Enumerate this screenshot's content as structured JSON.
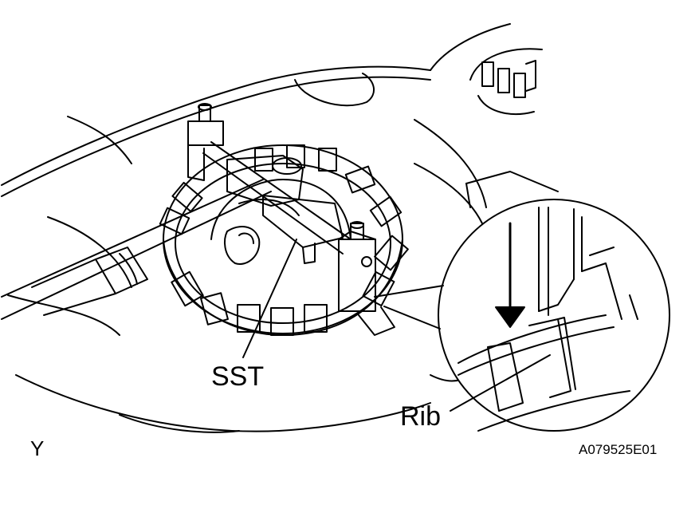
{
  "labels": {
    "sst": "SST",
    "rib": "Rib",
    "view_marker": "Y",
    "figure_code": "A079525E01"
  },
  "colors": {
    "ink": "#000000",
    "background": "#ffffff"
  }
}
